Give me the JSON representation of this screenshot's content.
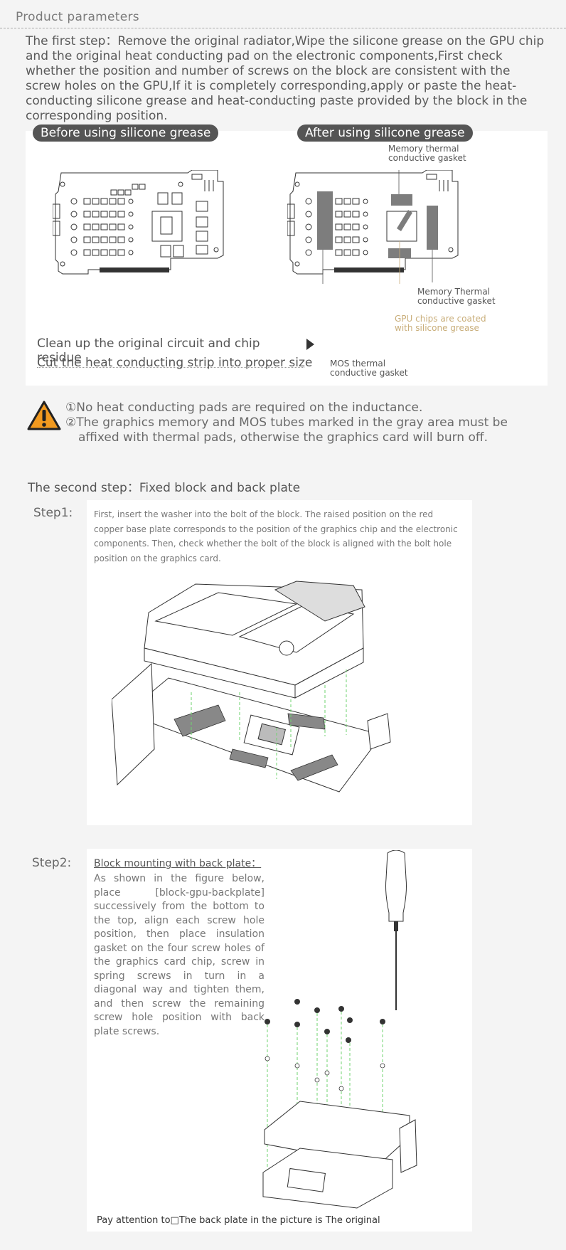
{
  "header": {
    "title": "Product parameters"
  },
  "step_one": {
    "text": "The first step：Remove the original radiator,Wipe the silicone grease on the GPU chip and the original heat conducting pad on the electronic components,First check whether the position and number of screws on the block are consistent with the screw holes on the GPU,If it is completely corresponding,apply or paste the heat-conducting silicone grease and heat-conducting paste provided by the block in the corresponding position."
  },
  "diagram": {
    "before_label": "Before using silicone grease",
    "after_label": "After using silicone grease",
    "memory_gasket_top": [
      "Memory thermal",
      "conductive gasket"
    ],
    "memory_gasket_right": [
      "Memory Thermal",
      "conductive gasket"
    ],
    "gpu_chip_note": [
      "GPU chips are coated",
      "with silicone grease"
    ],
    "mos_gasket": [
      "MOS thermal",
      "conductive gasket"
    ],
    "clean_up": "Clean up the original circuit and chip residue",
    "cut_strip": "Cut the heat conducting strip into proper size"
  },
  "warning": {
    "line1": "①No heat conducting pads are required on the inductance.",
    "line2": "②The graphics memory and MOS tubes marked in the gray area must be",
    "line3": "affixed with thermal pads, otherwise the graphics card will burn off."
  },
  "second_step": {
    "title": "The second step：Fixed block and back plate",
    "step1_label": "Step1:",
    "step1_text": "First, insert the washer into the bolt of the block. The raised position on the red copper base plate corresponds to the position of the graphics chip and the electronic components. Then, check whether the bolt of the block is aligned with the bolt hole position on the graphics card.",
    "step2_label": "Step2:",
    "step2_heading": "Block mounting with back plate：",
    "step2_text": "As shown in the figure below, place [block-gpu-backplate] successively from the bottom to the top, align each screw hole position, then place insulation gasket on the four screw holes of the graphics card chip, screw in spring screws in turn in a diagonal way and tighten them, and then screw the remaining screw hole position with back plate screws.",
    "note": "Pay attention to□The back plate in the picture is  The original"
  },
  "colors": {
    "accent_gold": "#c9ae7a",
    "warning_orange": "#f29a1f",
    "gasket_gray": "#7d7d7d",
    "guide_green": "#6fd36f"
  }
}
